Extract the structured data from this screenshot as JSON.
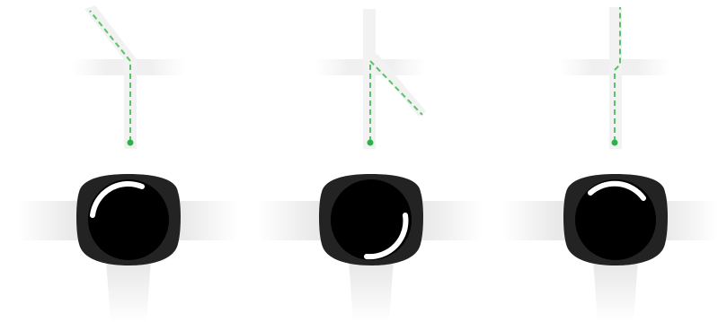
{
  "colors": {
    "background": "#ffffff",
    "road": "#f0f0f0",
    "route": "#5cc26a",
    "route_dot": "#2bb24c",
    "watch_case": "#222222",
    "watch_face": "#000000",
    "indicator_arc": "#ffffff",
    "strap_top": "#e8e8e8",
    "strap_bottom": "#f3f3f3"
  },
  "panels": [
    {
      "name": "panel-turn-left",
      "map_icon": "route-map-icon",
      "watch_icon": "smartwatch-icon",
      "direction": "left-turn",
      "indicator": "top-left-arc"
    },
    {
      "name": "panel-turn-right",
      "map_icon": "route-map-icon",
      "watch_icon": "smartwatch-icon",
      "direction": "right-turn",
      "indicator": "bottom-right-arc"
    },
    {
      "name": "panel-straight",
      "map_icon": "route-map-icon",
      "watch_icon": "smartwatch-icon",
      "direction": "straight",
      "indicator": "top-arc"
    }
  ]
}
